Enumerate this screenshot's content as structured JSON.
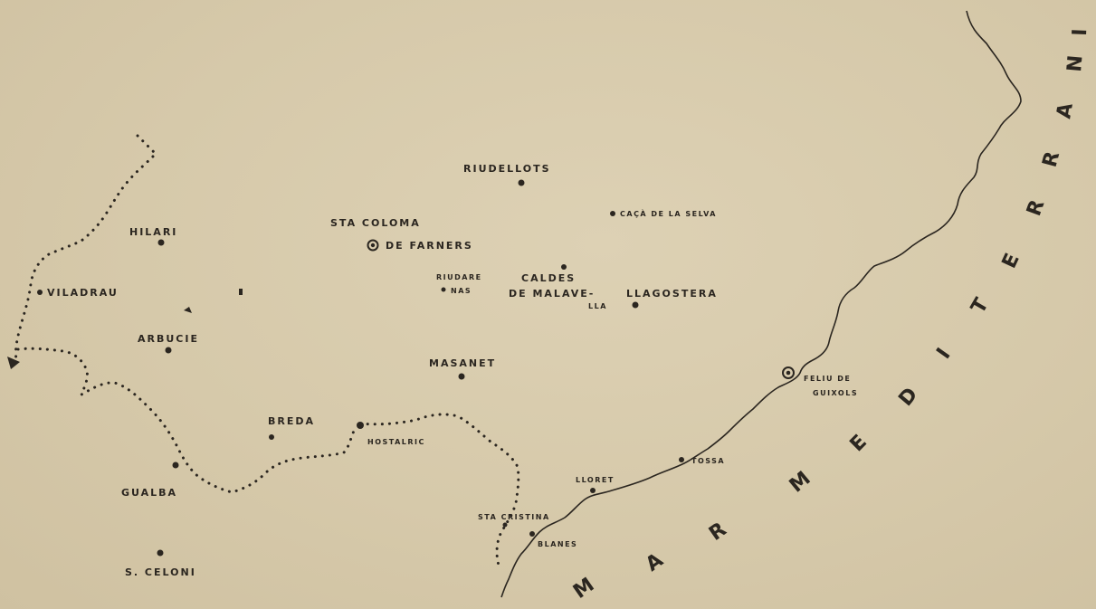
{
  "map": {
    "places": [
      {
        "id": "riudellots",
        "label": "RIUDELLOTS"
      },
      {
        "id": "caca-de-la-selva",
        "label": "CAÇÀ DE LA SELVA"
      },
      {
        "id": "sant-hilari",
        "label": "HILARI"
      },
      {
        "id": "sta-coloma-1",
        "label": "STA COLOMA"
      },
      {
        "id": "sta-coloma-2",
        "label": "DE FARNERS"
      },
      {
        "id": "riudarenes-1",
        "label": "RIUDARE"
      },
      {
        "id": "riudarenes-2",
        "label": "NAS"
      },
      {
        "id": "caldes-1",
        "label": "CALDES"
      },
      {
        "id": "caldes-2",
        "label": "DE MALAVE-"
      },
      {
        "id": "caldes-3",
        "label": "LLA"
      },
      {
        "id": "llagostera",
        "label": "LLAGOSTERA"
      },
      {
        "id": "viladrau",
        "label": "VILADRAU"
      },
      {
        "id": "arbucies",
        "label": "ARBUCIE"
      },
      {
        "id": "masanet",
        "label": "MASANET"
      },
      {
        "id": "sant-feliu-1",
        "label": "FELIU DE"
      },
      {
        "id": "sant-feliu-2",
        "label": "GUIXOLS"
      },
      {
        "id": "breda",
        "label": "BREDA"
      },
      {
        "id": "hostalric",
        "label": "HOSTALRIC"
      },
      {
        "id": "tossa",
        "label": "TOSSA"
      },
      {
        "id": "lloret",
        "label": "LLORET"
      },
      {
        "id": "gualba",
        "label": "GUALBA"
      },
      {
        "id": "sta-cristina",
        "label": "STA CRISTINA"
      },
      {
        "id": "blanes",
        "label": "BLANES"
      },
      {
        "id": "sant-celoni",
        "label": "S. CELONI"
      }
    ],
    "sea_letters": [
      "M",
      "A",
      "R",
      "M",
      "E",
      "D",
      "I",
      "T",
      "E",
      "R",
      "R",
      "A",
      "N",
      "I"
    ]
  }
}
